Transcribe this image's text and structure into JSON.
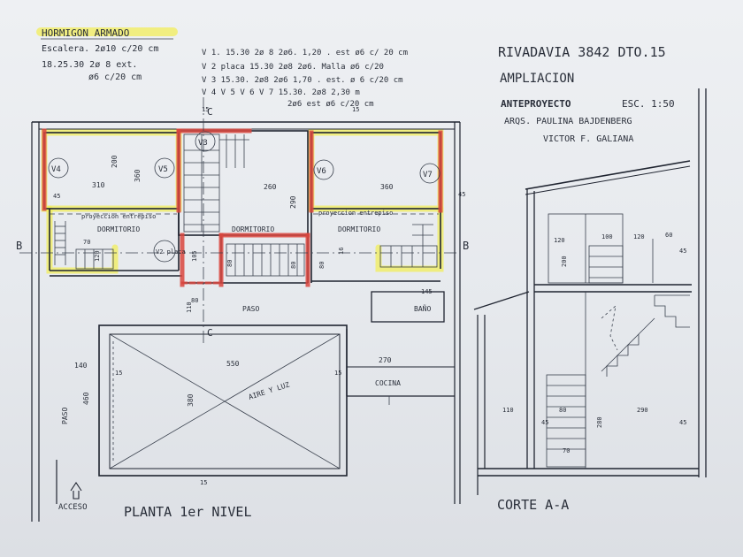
{
  "notes": {
    "heading": "HORMIGON ARMADO",
    "lines": [
      "Escalera. 2ø10 c/20 cm",
      "18.25.30 2ø 8 ext.",
      "ø6 c/20 cm",
      "V 1. 15.30 2ø 8 2ø6. 1,20 . est ø6 c/ 20 cm",
      "V 2 placa 15.30 2ø8 2ø6. Malla ø6 c/20",
      "V 3 15.30. 2ø8 2ø6 1,70 . est. ø 6 c/20 cm",
      "V 4 V 5 V 6 V 7 15.30. 2ø8 2,30 m",
      "2ø6 est ø6 c/20 cm"
    ]
  },
  "title_block": {
    "address": "RIVADAVIA 3842 DTO.15",
    "project": "AMPLIACION",
    "stage": "ANTEPROYECTO",
    "scale": "ESC. 1:50",
    "architects_1": "ARQS. PAULINA BAJDENBERG",
    "architects_2": "VICTOR F. GALIANA"
  },
  "plan": {
    "title": "PLANTA 1er NIVEL",
    "rooms": {
      "dorm_left": "DORMITORIO",
      "dorm_mid": "DORMITORIO",
      "dorm_right": "DORMITORIO",
      "paso": "PASO",
      "bano": "BAÑO",
      "cocina": "COCINA",
      "aire_luz": "AIRE Y LUZ",
      "paso_side": "PASO",
      "acceso": "ACCESO"
    },
    "projections": {
      "left": "proyeccion entrepiso",
      "right": "proyeccion entrepiso"
    },
    "beams": [
      "V4",
      "V5",
      "V3",
      "V6",
      "V7",
      "V2 placa"
    ],
    "section_marks": [
      "B",
      "B",
      "C",
      "C"
    ],
    "dims": {
      "d310": "310",
      "d360": "360",
      "d200": "200",
      "d260": "260",
      "d290": "290",
      "d360b": "360",
      "d120": "120",
      "d70": "70",
      "d80": "80",
      "d80b": "80",
      "d105": "105",
      "d80c": "80",
      "d80d": "80",
      "d16": "16",
      "d45a": "45",
      "d45b": "45",
      "d110": "110",
      "d145": "145",
      "d140": "140",
      "d460": "460",
      "d550": "550",
      "d270": "270",
      "d380": "380",
      "d15a": "15",
      "d15b": "15",
      "d15c": "15",
      "d15d": "15",
      "d15e": "15"
    }
  },
  "section": {
    "title": "CORTE A-A",
    "dims": {
      "d120": "120",
      "d100": "100",
      "d120b": "120",
      "d60": "60",
      "d200": "200",
      "d280": "280",
      "d110": "110",
      "d290": "290",
      "d45a": "45",
      "d45b": "45",
      "d45c": "45",
      "d80": "80",
      "d70": "70"
    }
  }
}
